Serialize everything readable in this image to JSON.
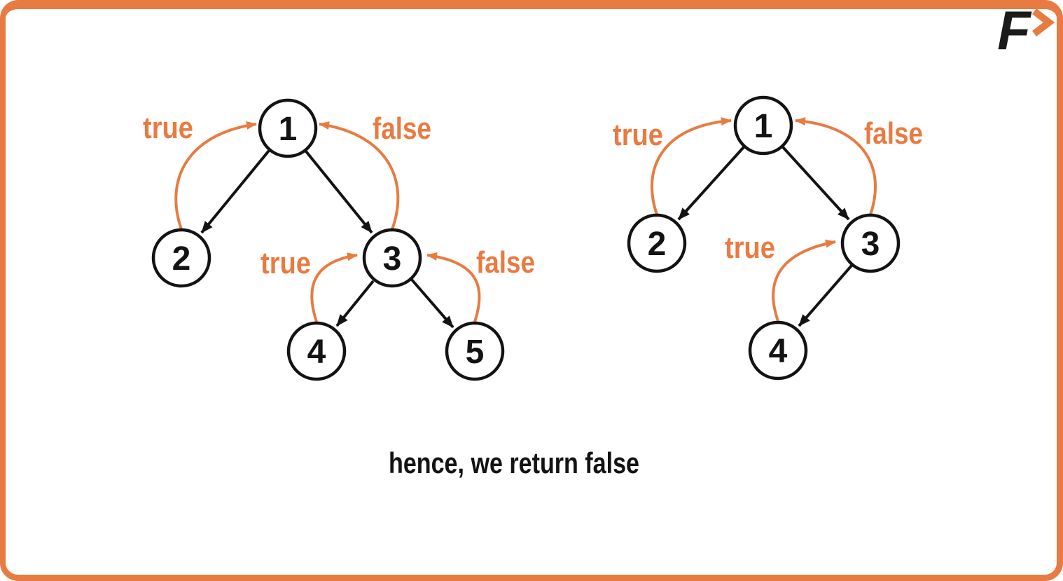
{
  "colors": {
    "accent": "#E87B41",
    "ink": "#131313",
    "background": "#ffffff"
  },
  "logo": {
    "letter": "F",
    "chevron_icon": "chevron-right"
  },
  "left_tree": {
    "node1": "1",
    "node2": "2",
    "node3": "3",
    "node4": "4",
    "node5": "5",
    "label_true_to_1": "true",
    "label_false_to_1": "false",
    "label_true_to_3": "true",
    "label_false_to_3": "false"
  },
  "right_tree": {
    "node1": "1",
    "node2": "2",
    "node3": "3",
    "node4": "4",
    "label_true_to_1": "true",
    "label_false_to_1": "false",
    "label_true_to_3": "true"
  },
  "caption": "hence, we return false"
}
